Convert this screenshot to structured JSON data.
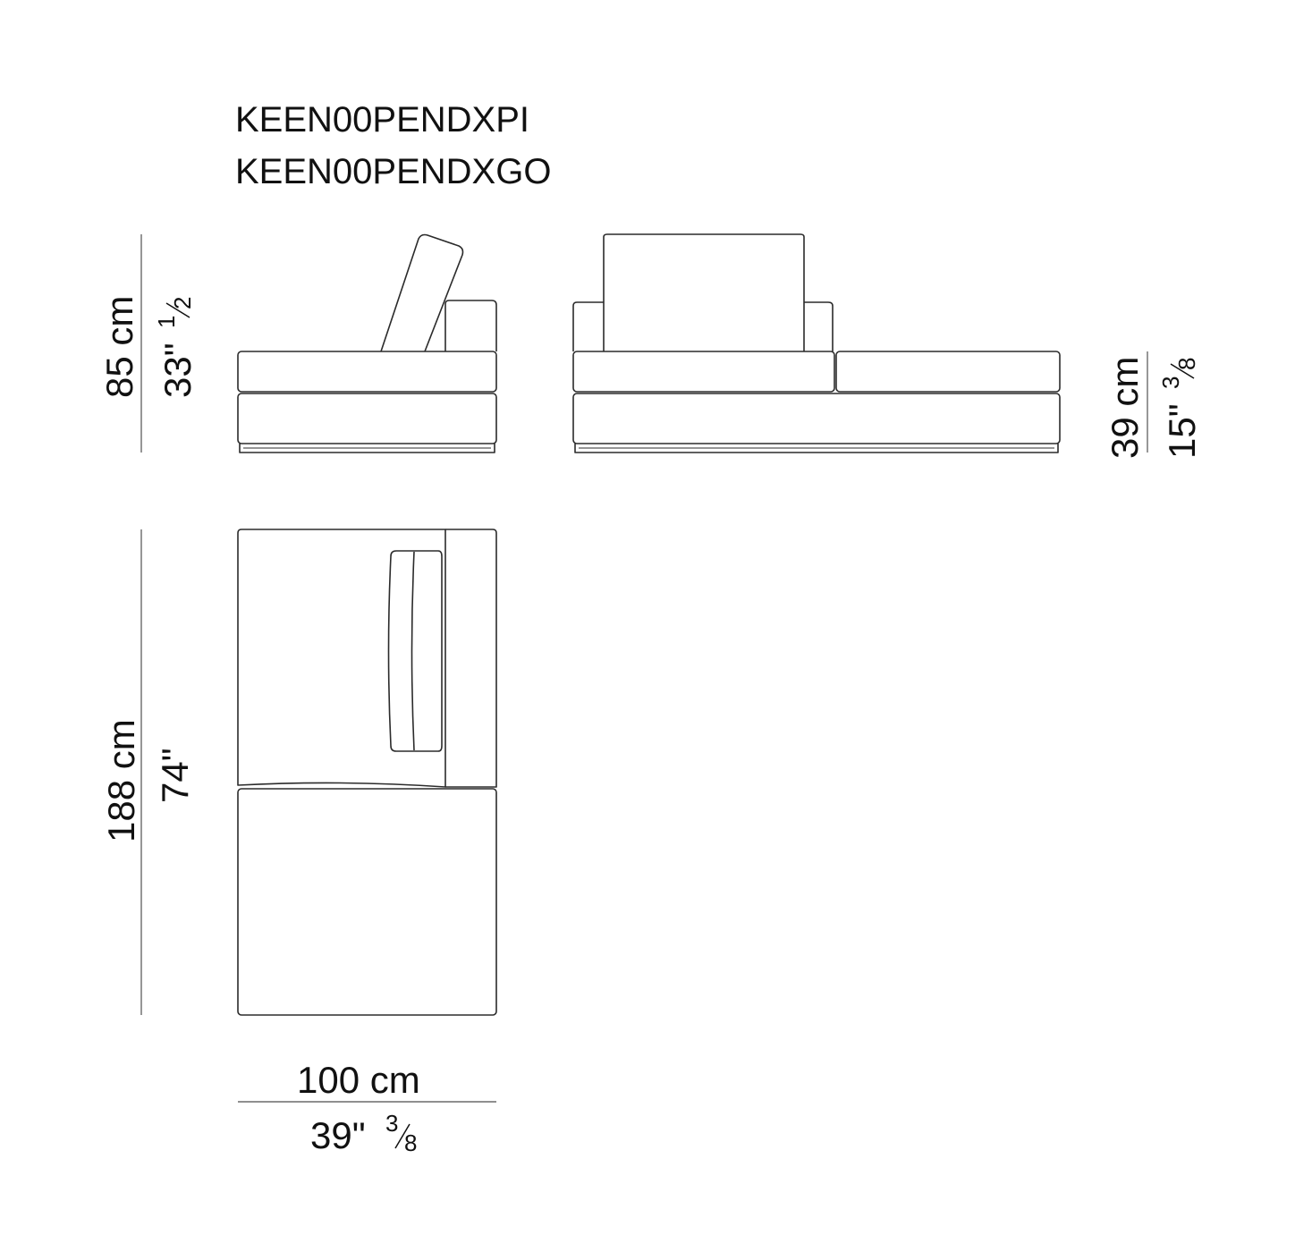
{
  "product_codes": [
    "KEEN00PENDXPI",
    "KEEN00PENDXGO"
  ],
  "dimensions": {
    "height": {
      "metric": "85 cm",
      "imperial_whole": "33\"",
      "imperial_fraction_num": "1",
      "imperial_fraction_den": "2"
    },
    "seat_height": {
      "metric": "39 cm",
      "imperial_whole": "15\"",
      "imperial_fraction_num": "3",
      "imperial_fraction_den": "8"
    },
    "depth": {
      "metric": "188 cm",
      "imperial": "74\""
    },
    "width": {
      "metric": "100 cm",
      "imperial_whole": "39\"",
      "imperial_fraction_num": "3",
      "imperial_fraction_den": "8"
    }
  },
  "colors": {
    "line": "#2b2b2b",
    "dimension_line": "#6a6a6a",
    "text": "#111111",
    "background": "#ffffff"
  }
}
